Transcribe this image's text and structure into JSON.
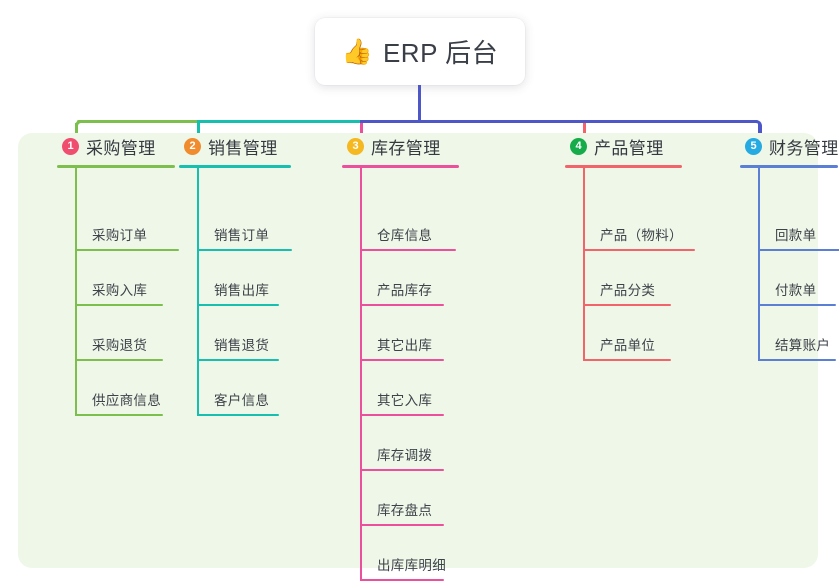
{
  "root": {
    "icon": "thumbs-up-emoji",
    "emoji": "👍",
    "title": "ERP 后台"
  },
  "palette": {
    "panel_background": "#eff7e9",
    "page_background": "#ffffff",
    "root_connector": "#4e57c8",
    "text": "#3d4349"
  },
  "columns": [
    {
      "number": "1",
      "title": "采购管理",
      "badge_color": "#ef4e6e",
      "line_color": "#7dbf4c",
      "items": [
        {
          "label": "采购订单"
        },
        {
          "label": "采购入库"
        },
        {
          "label": "采购退货"
        },
        {
          "label": "供应商信息"
        }
      ]
    },
    {
      "number": "2",
      "title": "销售管理",
      "badge_color": "#f08c2e",
      "line_color": "#16bfae",
      "items": [
        {
          "label": "销售订单"
        },
        {
          "label": "销售出库"
        },
        {
          "label": "销售退货"
        },
        {
          "label": "客户信息"
        }
      ]
    },
    {
      "number": "3",
      "title": "库存管理",
      "badge_color": "#f5b820",
      "line_color": "#ec4f9c",
      "items": [
        {
          "label": "仓库信息"
        },
        {
          "label": "产品库存"
        },
        {
          "label": "其它出库"
        },
        {
          "label": "其它入库"
        },
        {
          "label": "库存调拨"
        },
        {
          "label": "库存盘点"
        },
        {
          "label": "出库库明细"
        }
      ]
    },
    {
      "number": "4",
      "title": "产品管理",
      "badge_color": "#17ac4b",
      "line_color": "#f2646a",
      "items": [
        {
          "label": "产品（物料）"
        },
        {
          "label": "产品分类"
        },
        {
          "label": "产品单位"
        }
      ]
    },
    {
      "number": "5",
      "title": "财务管理",
      "badge_color": "#25aae1",
      "line_color": "#5b7fd4",
      "items": [
        {
          "label": "回款单"
        },
        {
          "label": "付款单"
        },
        {
          "label": "结算账户"
        }
      ]
    }
  ]
}
